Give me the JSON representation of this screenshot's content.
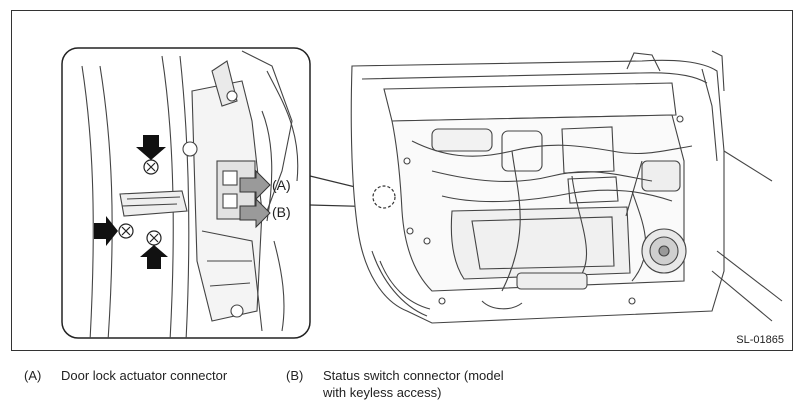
{
  "figure": {
    "id": "SL-01865",
    "callouts": {
      "a": "(A)",
      "b": "(B)"
    }
  },
  "legend": [
    {
      "key": "(A)",
      "text": "Door lock actuator connector"
    },
    {
      "key": "(B)",
      "text": "Status switch connector (model",
      "text2": "with keyless access)"
    }
  ]
}
